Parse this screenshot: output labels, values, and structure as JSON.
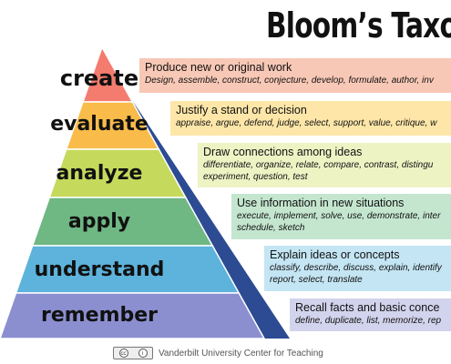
{
  "title": "Bloom’s Taxo",
  "levels": [
    {
      "name": "create",
      "heading": "Produce new or original work",
      "verbs": [
        "Design, assemble, construct, conjecture, develop, formulate, author, inv"
      ],
      "color": "#f47c6e",
      "box_color": "#f8c8b6"
    },
    {
      "name": "evaluate",
      "heading": "Justify a stand or decision",
      "verbs": [
        "appraise, argue, defend, judge, select, support, value, critique, w"
      ],
      "color": "#f9bc4a",
      "box_color": "#fde6a8"
    },
    {
      "name": "analyze",
      "heading": "Draw connections among ideas",
      "verbs": [
        "differentiate, organize, relate, compare, contrast, distingu",
        "experiment, question, test"
      ],
      "color": "#c5d95c",
      "box_color": "#eef3c4"
    },
    {
      "name": "apply",
      "heading": "Use information in new situations",
      "verbs": [
        "execute, implement, solve, use, demonstrate, inter",
        "schedule, sketch"
      ],
      "color": "#6fb783",
      "box_color": "#c4e6cf"
    },
    {
      "name": "understand",
      "heading": "Explain ideas or concepts",
      "verbs": [
        "classify, describe, discuss, explain, identify",
        "report, select, translate"
      ],
      "color": "#5db3db",
      "box_color": "#c4e5f3"
    },
    {
      "name": "remember",
      "heading": "Recall facts and basic conce",
      "verbs": [
        "define, duplicate, list, memorize, rep"
      ],
      "color": "#8b8fd0",
      "box_color": "#d2d3ec"
    }
  ],
  "footer": {
    "cc_by_symbol": "i",
    "text": "Vanderbilt University Center for Teaching"
  }
}
